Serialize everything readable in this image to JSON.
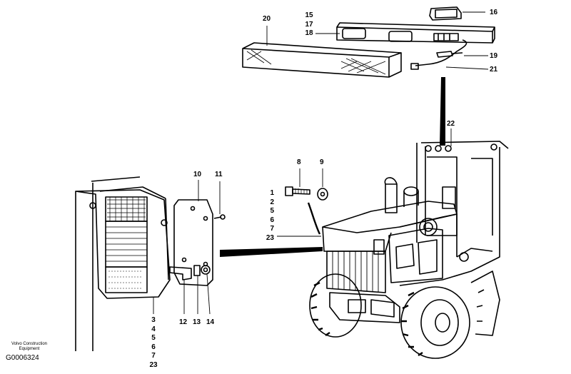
{
  "callouts": {
    "c1": "1",
    "c2": "2",
    "c5": "5",
    "c6": "6",
    "c7": "7",
    "c23": "23",
    "c8": "8",
    "c9": "9",
    "c10": "10",
    "c11": "11",
    "c12": "12",
    "c13": "13",
    "c14": "14",
    "c3b": "3",
    "c4b": "4",
    "c5b": "5",
    "c6b": "6",
    "c7b": "7",
    "c23b": "23",
    "c15": "15",
    "c17": "17",
    "c18": "18",
    "c16": "16",
    "c19": "19",
    "c20": "20",
    "c21": "21",
    "c22": "22"
  },
  "footer": {
    "brand_line1": "Volvo Construction",
    "brand_line2": "Equipment",
    "code": "G0006324"
  }
}
